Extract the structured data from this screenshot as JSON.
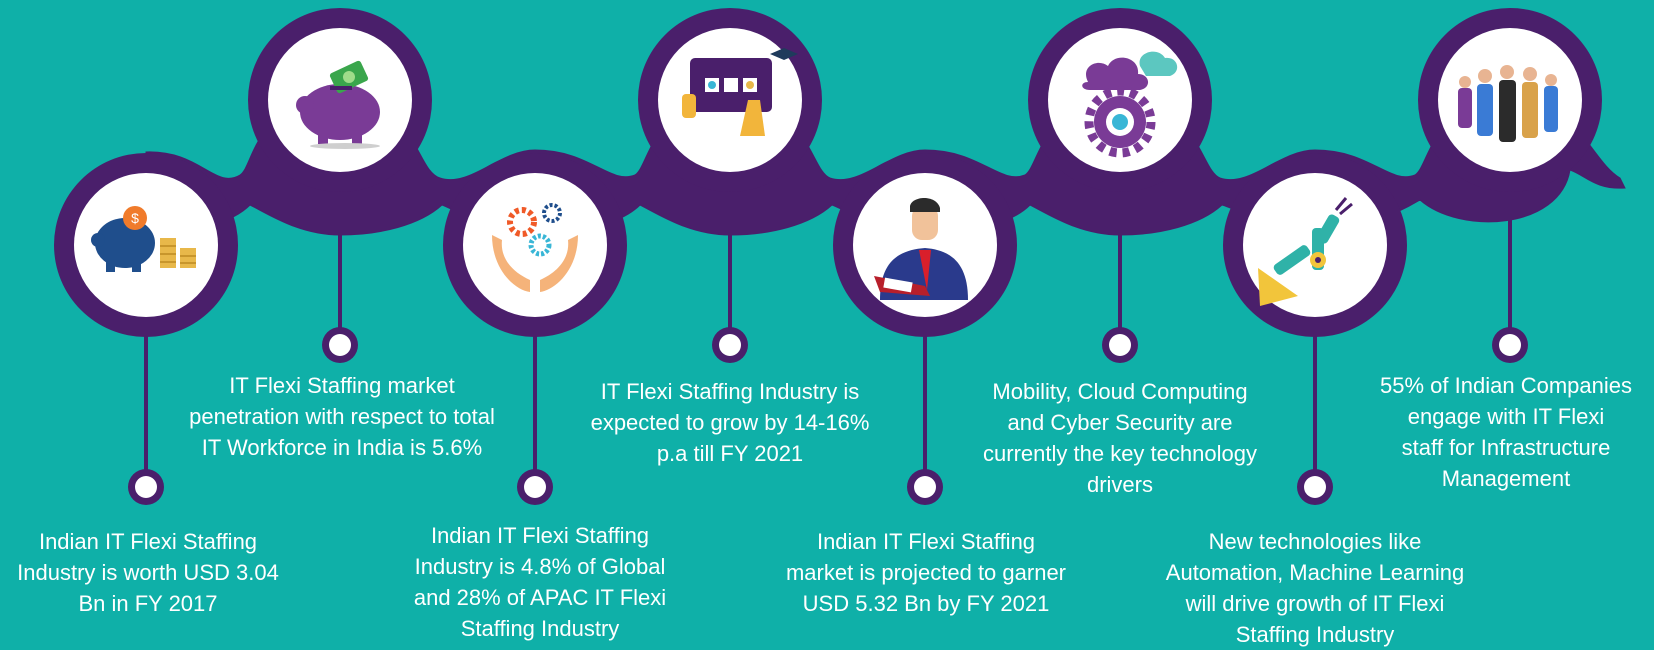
{
  "colors": {
    "background": "#0fb0a8",
    "ribbon": "#4a1f6b",
    "circle_fill": "#ffffff",
    "text": "#ffffff"
  },
  "milestones": [
    {
      "icon": "piggy-bank-coins-icon",
      "caption": [
        "Indian IT Flexi Staffing",
        "Industry is worth USD 3.04",
        "Bn in FY 2017"
      ]
    },
    {
      "icon": "piggy-bank-money-icon",
      "caption": [
        "IT Flexi Staffing market",
        "penetration with respect to total",
        "IT Workforce in India is 5.6%"
      ]
    },
    {
      "icon": "hands-gears-icon",
      "caption": [
        "Indian IT Flexi Staffing",
        "Industry is 4.8% of Global",
        "and 28% of APAC IT Flexi",
        "Staffing Industry"
      ]
    },
    {
      "icon": "tablet-learning-icon",
      "caption": [
        "IT Flexi Staffing Industry is",
        "expected to grow by 14-16%",
        "p.a till FY 2021"
      ]
    },
    {
      "icon": "businessman-reading-icon",
      "caption": [
        "Indian IT Flexi Staffing",
        "market is projected to garner",
        "USD 5.32 Bn by FY 2021"
      ]
    },
    {
      "icon": "cloud-gear-icon",
      "caption": [
        "Mobility, Cloud Computing",
        "and Cyber Security are",
        "currently the key technology",
        "drivers"
      ]
    },
    {
      "icon": "robotic-arm-icon",
      "caption": [
        "New technologies like",
        "Automation, Machine Learning",
        "will drive growth of IT Flexi",
        "Staffing Industry"
      ]
    },
    {
      "icon": "business-team-icon",
      "caption": [
        "55% of Indian Companies",
        "engage with IT Flexi",
        "staff for Infrastructure",
        "Management"
      ]
    }
  ]
}
